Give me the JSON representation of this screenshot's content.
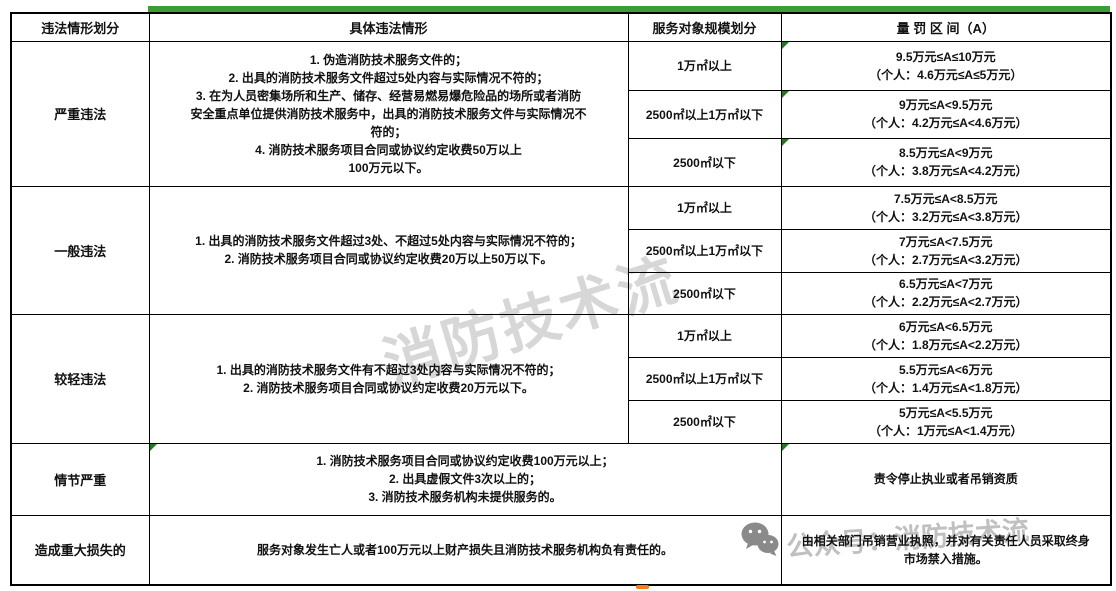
{
  "colors": {
    "accent_green": "#3a9d36",
    "flag_green": "#1f7a1f",
    "watermark_grey": "#8c8c8c",
    "highlight_orange": "#ff7a1a",
    "border_black": "#000000"
  },
  "header": {
    "col1": "违法情形划分",
    "col2": "具体违法情形",
    "col3": "服务对象规模划分",
    "col4": "量 罚 区 间（A）"
  },
  "sections": [
    {
      "category": "严重违法",
      "detail": "1. 伪造消防技术服务文件的；\n2. 出具的消防技术服务文件超过5处内容与实际情况不符的；\n3. 在为人员密集场所和生产、储存、经营易燃易爆危险品的场所或者消防\n安全重点单位提供消防技术服务中，出具的消防技术服务文件与实际情况不\n符的；\n4. 消防技术服务项目合同或协议约定收费50万以上\n100万元以下。",
      "rows": [
        {
          "scale": "1万㎡以上",
          "penalty": "9.5万元≤A≤10万元",
          "personal": "（个人：4.6万元≤A≤5万元）"
        },
        {
          "scale": "2500㎡以上1万㎡以下",
          "penalty": "9万元≤A<9.5万元",
          "personal": "（个人：4.2万元≤A<4.6万元）"
        },
        {
          "scale": "2500㎡以下",
          "penalty": "8.5万元≤A<9万元",
          "personal": "（个人：3.8万元≤A<4.2万元）"
        }
      ]
    },
    {
      "category": "一般违法",
      "detail": "1. 出具的消防技术服务文件超过3处、不超过5处内容与实际情况不符的；\n2. 消防技术服务项目合同或协议约定收费20万以上50万以下。",
      "rows": [
        {
          "scale": "1万㎡以上",
          "penalty": "7.5万元≤A<8.5万元",
          "personal": "（个人：3.2万元≤A<3.8万元）"
        },
        {
          "scale": "2500㎡以上1万㎡以下",
          "penalty": "7万元≤A<7.5万元",
          "personal": "（个人：2.7万元≤A<3.2万元）"
        },
        {
          "scale": "2500㎡以下",
          "penalty": "6.5万元≤A<7万元",
          "personal": "（个人：2.2万元≤A<2.7万元）"
        }
      ]
    },
    {
      "category": "较轻违法",
      "detail": "1. 出具的消防技术服务文件有不超过3处内容与实际情况不符的；\n2. 消防技术服务项目合同或协议约定收费20万元以下。",
      "rows": [
        {
          "scale": "1万㎡以上",
          "penalty": "6万元≤A<6.5万元",
          "personal": "（个人：1.8万元≤A<2.2万元）"
        },
        {
          "scale": "2500㎡以上1万㎡以下",
          "penalty": "5.5万元≤A<6万元",
          "personal": "（个人：1.4万元≤A<1.8万元）"
        },
        {
          "scale": "2500㎡以下",
          "penalty": "5万元≤A<5.5万元",
          "personal": "（个人：1万元≤A<1.4万元）"
        }
      ]
    },
    {
      "category": "情节严重",
      "detail": "1. 消防技术服务项目合同或协议约定收费100万元以上；\n2. 出具虚假文件3次以上的；\n3. 消防技术服务机构未提供服务的。",
      "penalty": "责令停止执业或者吊销资质"
    },
    {
      "category": "造成重大损失的",
      "detail": "服务对象发生亡人或者100万元以上财产损失且消防技术服务机构负有责任的。",
      "penalty": "由相关部门吊销营业执照，并对有关责任人员采取终身\n市场禁入措施。"
    }
  ],
  "watermarks": {
    "center": "消防技术流",
    "corner": "公众号：消防技术流",
    "wechat_icon": "wechat-icon"
  }
}
